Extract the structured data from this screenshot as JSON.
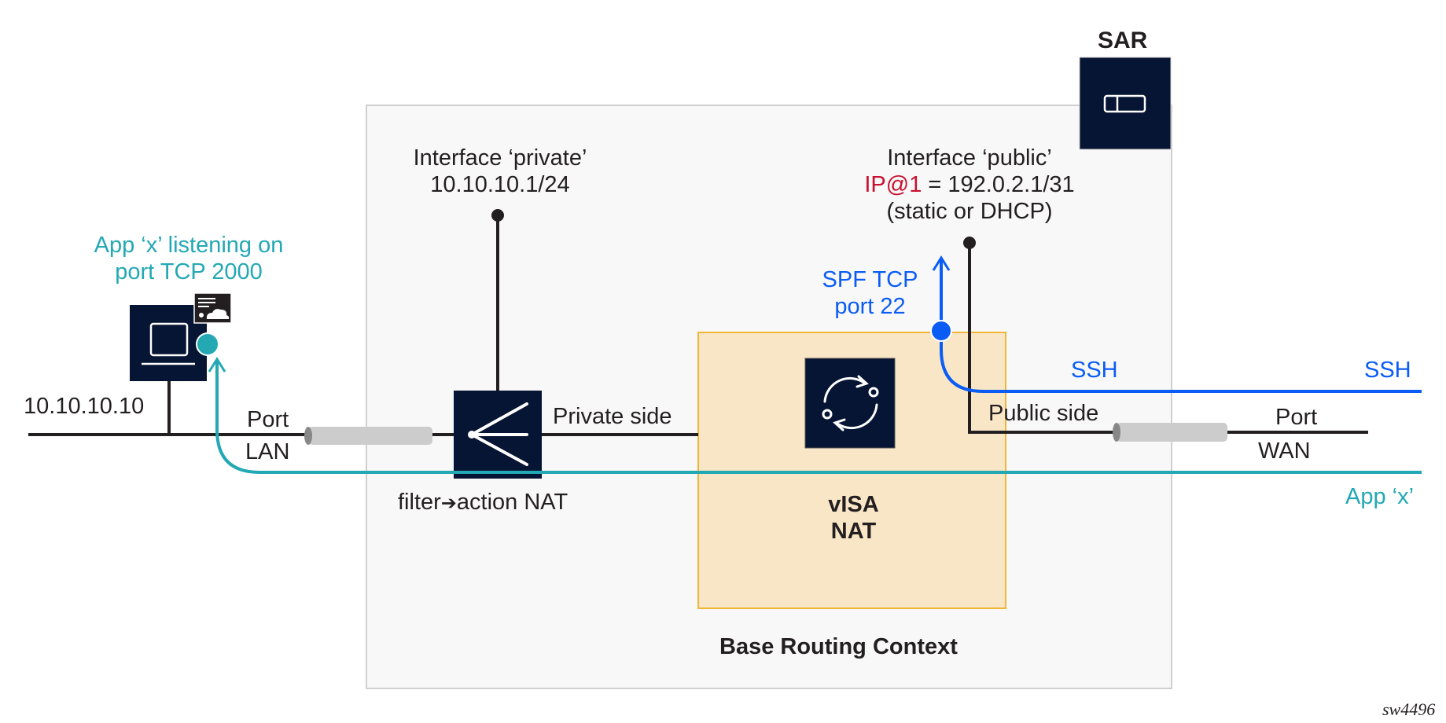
{
  "diagram": {
    "device_label": "SAR",
    "context_label": "Base Routing Context",
    "nat_label_line1": "vISA",
    "nat_label_line2": "NAT",
    "private_interface": {
      "line1": "Interface ‘private’",
      "line2": "10.10.10.1/24"
    },
    "public_interface": {
      "line1": "Interface ‘public’",
      "ip_prefix": "IP@1",
      "ip_value": " = 192.0.2.1/31",
      "line3": "(static or DHCP)"
    },
    "host": {
      "ip": "10.10.10.10",
      "app_line1": "App ‘x’ listening on",
      "app_line2": "port TCP 2000"
    },
    "lan_port": {
      "line1": "Port",
      "line2": "LAN"
    },
    "wan_port": {
      "line1": "Port",
      "line2": "WAN"
    },
    "private_side": "Private side",
    "public_side": "Public side",
    "filter": {
      "pre": "filter",
      "post": "action NAT"
    },
    "spf": {
      "line1": "SPF TCP",
      "line2": "port 22"
    },
    "ssh_inner": "SSH",
    "ssh_outer": "SSH",
    "app_flow": "App ‘x’",
    "figure_id": "sw4496",
    "colors": {
      "navy": "#061533",
      "teal": "#23a8b4",
      "blue": "#0a5cf5",
      "red": "#c8102e",
      "nat_fill": "#f8e6c6",
      "nat_border": "#f2b637",
      "context_fill": "#f8f8f8",
      "context_border": "#d0d0d0"
    }
  }
}
